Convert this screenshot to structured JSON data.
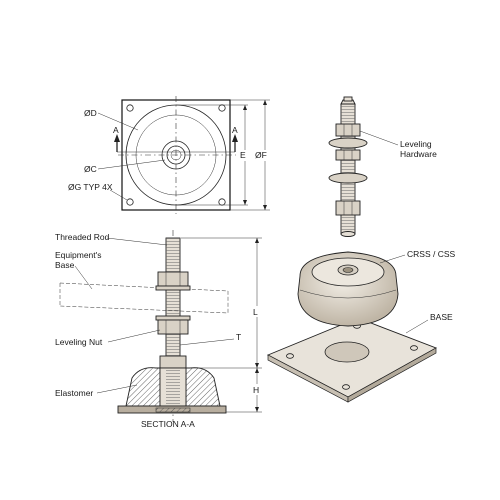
{
  "labels": {
    "dia_d": "ØD",
    "dia_c": "ØC",
    "dia_g": "ØG  TYP 4X",
    "dim_e": "E",
    "dim_f": "ØF",
    "section_a_left": "A",
    "section_a_right": "A",
    "leveling_hardware_line1": "Leveling",
    "leveling_hardware_line2": "Hardware",
    "threaded_rod": "Threaded Rod",
    "equipment_base_line1": "Equipment's",
    "equipment_base_line2": "Base",
    "leveling_nut": "Leveling Nut",
    "dim_t": "T",
    "dim_l": "L",
    "dim_h": "H",
    "elastomer": "Elastomer",
    "section_title": "SECTION A-A",
    "crss_css": "CRSS / CSS",
    "base": "BASE"
  },
  "colors": {
    "line": "#222222",
    "part_fill": "#d9d2c6",
    "hatch": "#555555"
  }
}
